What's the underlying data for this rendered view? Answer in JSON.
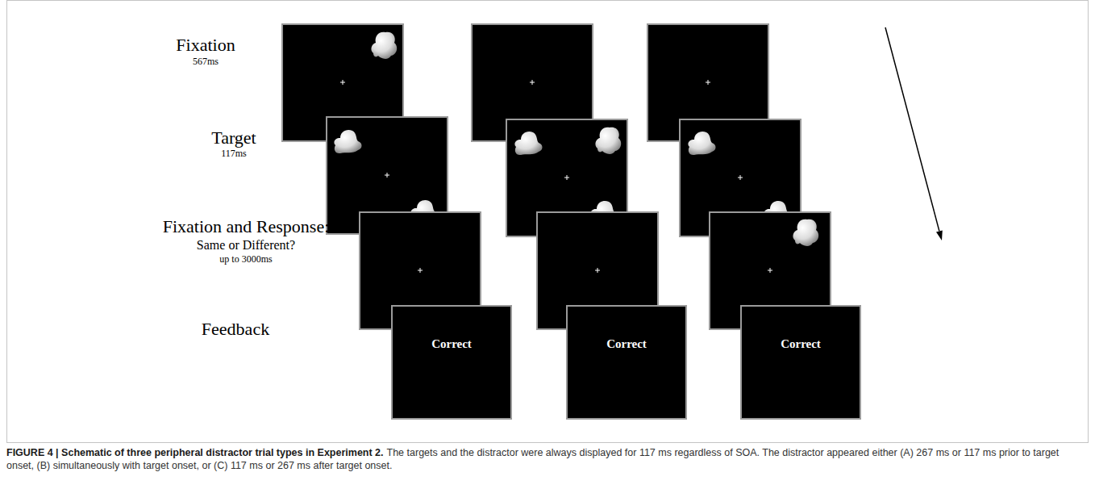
{
  "diagram": {
    "title": "FIGURE 4 | Schematic of three peripheral distractor trial types in Experiment 2.",
    "caption": "The targets and the distractor were always displayed for 117 ms regardless of SOA. The distractor appeared either (A) 267 ms or 117 ms prior to target onset, (B) simultaneously with target onset, or (C) 117 ms or 267 ms after target onset.",
    "nodes": [
      {
        "text": [
          "Correct"
        ]
      },
      {
        "text": [
          "Correct"
        ]
      },
      {
        "text": [
          "Correct"
        ]
      }
    ],
    "labels": [
      "Fixation",
      "567ms",
      "Target",
      "117ms",
      "Fixation and Response:",
      "Same or Different?",
      "up to 3000ms",
      "Feedback"
    ]
  }
}
